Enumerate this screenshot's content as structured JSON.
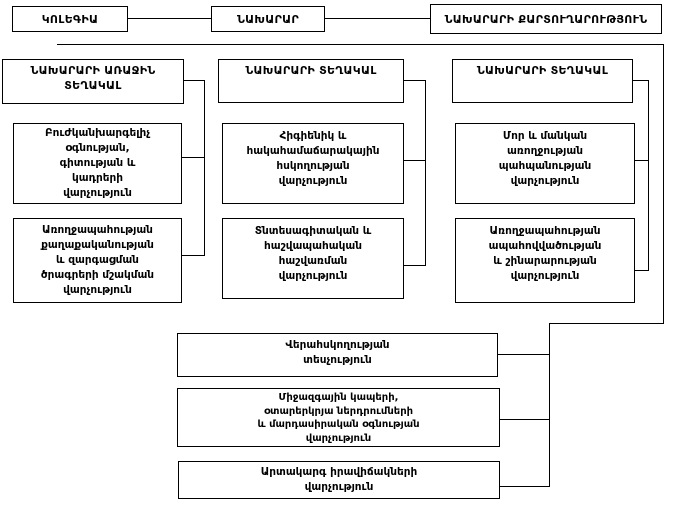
{
  "diagram": {
    "title_semantic": "Ministry of Health organizational chart",
    "nodes": {
      "collegium": {
        "label": "ԿՈԼԵԳԻԱ"
      },
      "minister": {
        "label": "ՆԱԽԱՐԱՐ"
      },
      "secretariat": {
        "label": "ՆԱԽԱՐԱՐԻ ՔԱՐՏՈՒՂԱՐՈՒԹՅՈՒՆ"
      },
      "first_deputy": {
        "label": "ՆԱԽԱՐԱՐԻ ԱՌԱՋԻՆ\nՏԵՂԱԿԱԼ"
      },
      "deputy_2": {
        "label": "ՆԱԽԱՐԱՐԻ ՏԵՂԱԿԱԼ"
      },
      "deputy_3": {
        "label": "ՆԱԽԱՐԱՐԻ ՏԵՂԱԿԱԼ"
      },
      "dept_medical_prevention": {
        "label": "Բուժկանխարգելիչ\nօգնության,\nգիտության և\nկադրերի\nվարչություն"
      },
      "dept_health_policy": {
        "label": "Առողջապահության\nքաղաքականության\nև զարգացման\nծրագրերի մշակման\nվարչություն"
      },
      "dept_hygiene": {
        "label": "Հիգիենիկ և\nհակահամաճարակային\nհսկողության\nվարչություն"
      },
      "dept_economics": {
        "label": "Տնտեսագիտական և\nհաշվապահական\nհաշվառման\nվարչություն"
      },
      "dept_mother_child": {
        "label": "Մոր և մանկան\nառողջության\nպահպանության\nվարչություն"
      },
      "dept_health_provision": {
        "label": "Առողջապահության\nապահովվածության\nև շինարարության\nվարչություն"
      },
      "inspectorate": {
        "label": "Վերահսկողության\nտեսչություն"
      },
      "dept_international": {
        "label": "Միջազգային կապերի,\nօտարերկրյա ներդրումների\nև մարդասիրական օգնության\nվարչություն"
      },
      "dept_emergency": {
        "label": "Արտակարգ իրավիճակների\nվարչություն"
      }
    },
    "colors": {
      "line": "#000000",
      "box_border": "#000000",
      "box_fill": "#ffffff",
      "text": "#000000"
    }
  }
}
